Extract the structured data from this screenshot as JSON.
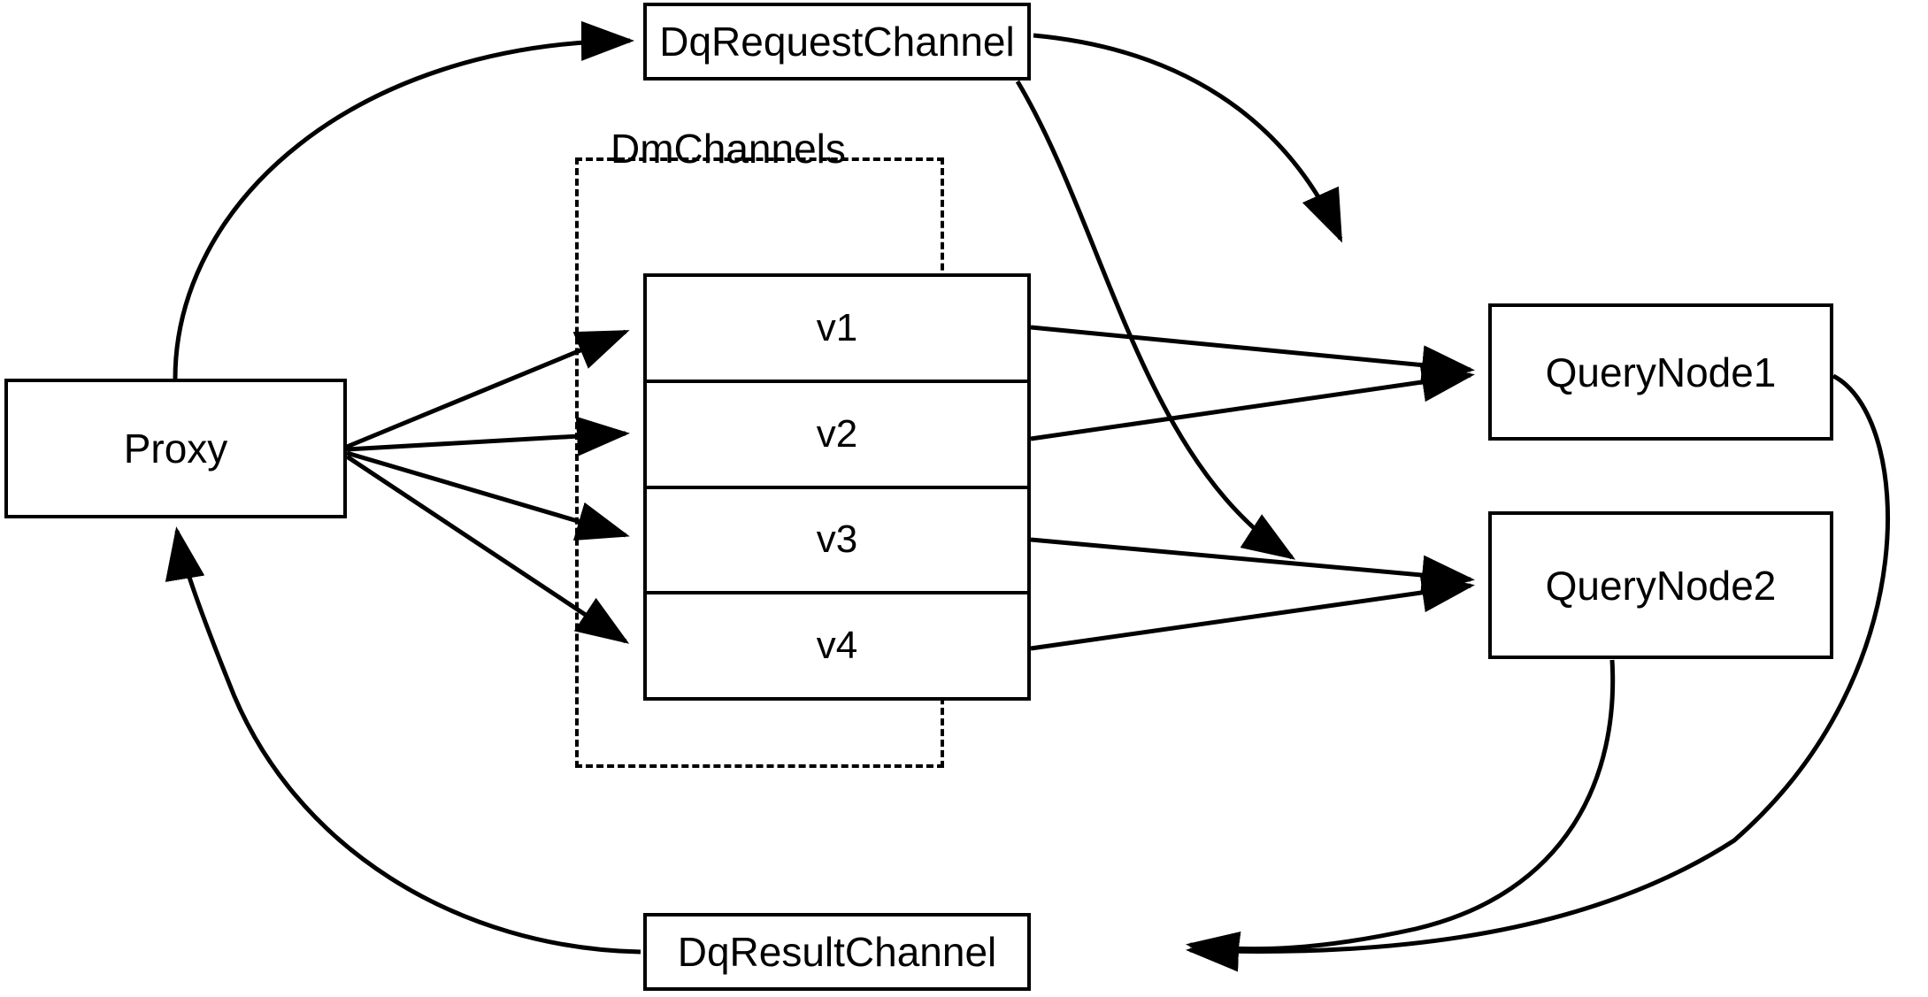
{
  "diagram": {
    "title": "Milvus distributed query message flow",
    "background_color": "#ffffff",
    "line_color": "#000000",
    "nodes": {
      "proxy": {
        "label": "Proxy"
      },
      "dq_request_channel": {
        "label": "DqRequestChannel"
      },
      "dq_result_channel": {
        "label": "DqResultChannel"
      },
      "query_node_1": {
        "label": "QueryNode1"
      },
      "query_node_2": {
        "label": "QueryNode2"
      }
    },
    "group": {
      "label": "DmChannels",
      "style": "dashed",
      "channels": [
        {
          "label": "v1"
        },
        {
          "label": "v2"
        },
        {
          "label": "v3"
        },
        {
          "label": "v4"
        }
      ]
    },
    "edges": [
      {
        "from": "Proxy",
        "to": "DqRequestChannel",
        "style": "curved",
        "arrow": "to"
      },
      {
        "from": "DqRequestChannel",
        "to": "QueryNode1",
        "style": "curved",
        "arrow": "to"
      },
      {
        "from": "DqRequestChannel",
        "to": "QueryNode2",
        "style": "curved",
        "arrow": "to"
      },
      {
        "from": "Proxy",
        "to": "v1",
        "style": "straight",
        "arrow": "to"
      },
      {
        "from": "Proxy",
        "to": "v2",
        "style": "straight",
        "arrow": "to"
      },
      {
        "from": "Proxy",
        "to": "v3",
        "style": "straight",
        "arrow": "to"
      },
      {
        "from": "Proxy",
        "to": "v4",
        "style": "straight",
        "arrow": "to"
      },
      {
        "from": "v1",
        "to": "QueryNode1",
        "style": "straight",
        "arrow": "to"
      },
      {
        "from": "v2",
        "to": "QueryNode1",
        "style": "straight",
        "arrow": "to"
      },
      {
        "from": "v3",
        "to": "QueryNode2",
        "style": "straight",
        "arrow": "to"
      },
      {
        "from": "v4",
        "to": "QueryNode2",
        "style": "straight",
        "arrow": "to"
      },
      {
        "from": "QueryNode1",
        "to": "DqResultChannel",
        "style": "curved",
        "arrow": "to"
      },
      {
        "from": "QueryNode2",
        "to": "DqResultChannel",
        "style": "curved",
        "arrow": "to"
      },
      {
        "from": "DqResultChannel",
        "to": "Proxy",
        "style": "curved",
        "arrow": "to"
      }
    ]
  }
}
